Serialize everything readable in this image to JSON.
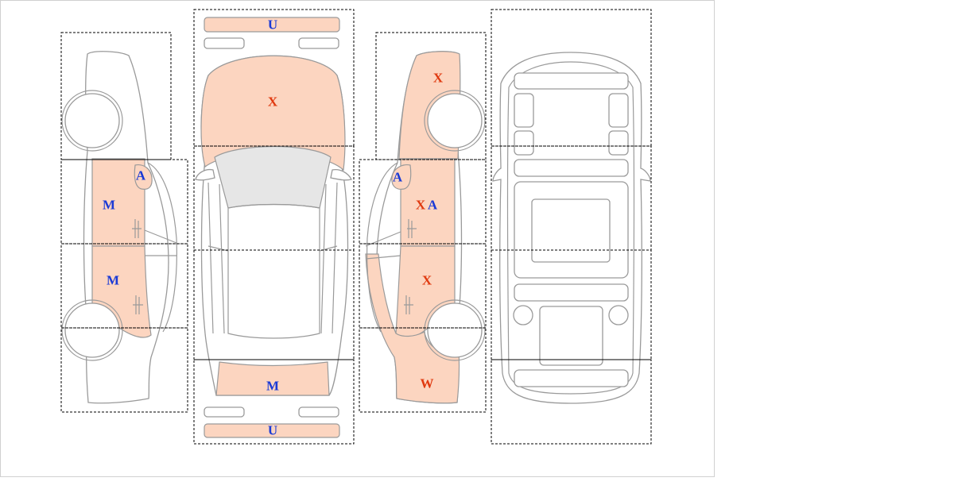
{
  "colors": {
    "damage_fill": "#fcd5c0",
    "outline": "#9a9a9a",
    "glass": "#e6e6e6",
    "code_blue": "#1a3ad6",
    "code_red": "#e03a10"
  },
  "views": [
    {
      "view": "left-side",
      "marks": [
        {
          "panel": "front-left-door",
          "code": "A",
          "color": "blue"
        },
        {
          "panel": "front-left-door",
          "code": "M",
          "color": "blue"
        },
        {
          "panel": "rear-left-door",
          "code": "M",
          "color": "blue"
        }
      ]
    },
    {
      "view": "top",
      "marks": [
        {
          "panel": "front-bumper",
          "code": "U",
          "color": "blue"
        },
        {
          "panel": "hood",
          "code": "X",
          "color": "red"
        },
        {
          "panel": "trunk",
          "code": "M",
          "color": "blue"
        },
        {
          "panel": "rear-bumper",
          "code": "U",
          "color": "blue"
        }
      ]
    },
    {
      "view": "right-side",
      "marks": [
        {
          "panel": "front-right-fender",
          "code": "X",
          "color": "red"
        },
        {
          "panel": "right-mirror",
          "code": "A",
          "color": "blue"
        },
        {
          "panel": "front-right-door",
          "code": "X",
          "color": "red"
        },
        {
          "panel": "front-right-door",
          "code": "A",
          "color": "blue"
        },
        {
          "panel": "rear-right-door",
          "code": "X",
          "color": "red"
        },
        {
          "panel": "rear-right-quarter",
          "code": "W",
          "color": "red"
        }
      ]
    },
    {
      "view": "underside",
      "marks": []
    }
  ]
}
